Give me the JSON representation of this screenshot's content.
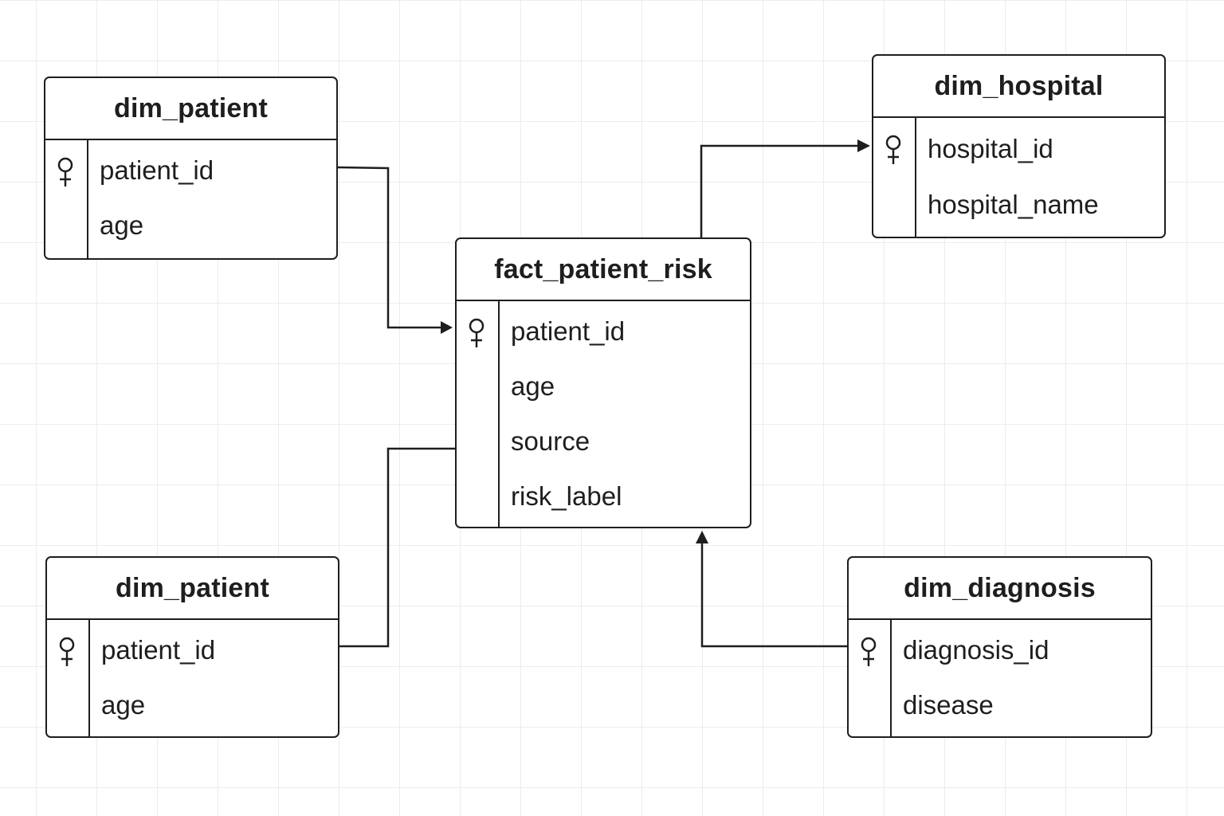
{
  "entities": {
    "dim_patient_top": {
      "title": "dim_patient",
      "fields": [
        "patient_id",
        "age"
      ],
      "key_icon": "key-icon"
    },
    "dim_hospital": {
      "title": "dim_hospital",
      "fields": [
        "hospital_id",
        "hospital_name"
      ],
      "key_icon": "key-icon"
    },
    "fact_patient_risk": {
      "title": "fact_patient_risk",
      "fields": [
        "patient_id",
        "age",
        "source",
        "risk_label"
      ],
      "key_icon": "key-icon"
    },
    "dim_patient_bottom": {
      "title": "dim_patient",
      "fields": [
        "patient_id",
        "age"
      ],
      "key_icon": "key-icon"
    },
    "dim_diagnosis": {
      "title": "dim_diagnosis",
      "fields": [
        "diagnosis_id",
        "disease"
      ],
      "key_icon": "key-icon"
    }
  },
  "relationships": [
    {
      "from": "dim_patient_top",
      "to": "fact_patient_risk",
      "arrow": "into fact_patient_risk"
    },
    {
      "from": "fact_patient_risk",
      "to": "dim_hospital",
      "arrow": "into dim_hospital"
    },
    {
      "from": "dim_patient_bottom",
      "to": "fact_patient_risk",
      "arrow": "none"
    },
    {
      "from": "dim_diagnosis",
      "to": "fact_patient_risk",
      "arrow": "into fact_patient_risk"
    }
  ],
  "colors": {
    "line": "#1e1e1e",
    "grid": "#ececec",
    "background": "#ffffff"
  }
}
